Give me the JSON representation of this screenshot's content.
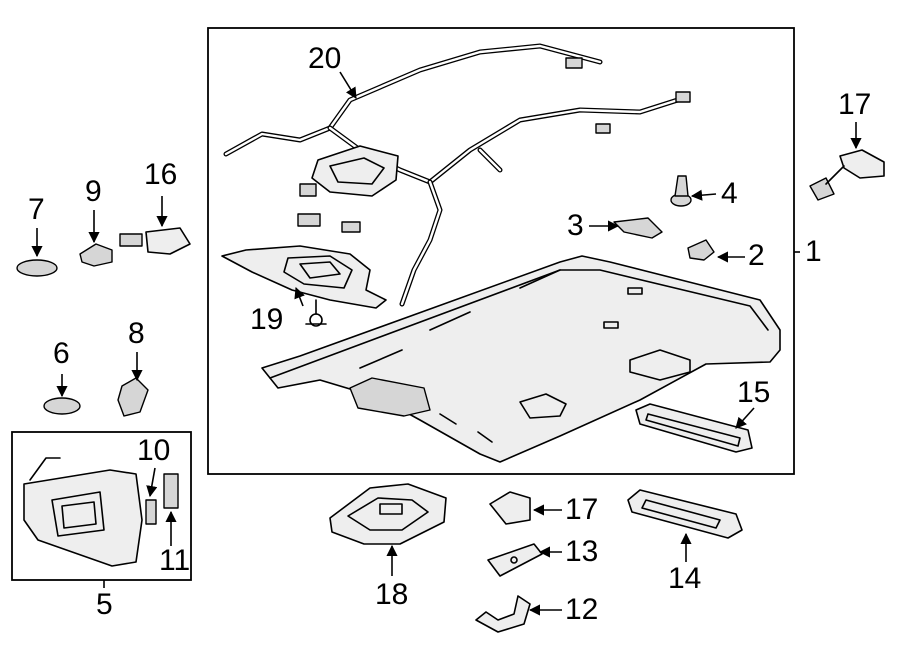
{
  "callouts": {
    "c1": "1",
    "c2": "2",
    "c3": "3",
    "c4": "4",
    "c5": "5",
    "c6": "6",
    "c7": "7",
    "c8": "8",
    "c9": "9",
    "c10": "10",
    "c11": "11",
    "c12": "12",
    "c13": "13",
    "c14": "14",
    "c15": "15",
    "c16": "16",
    "c17a": "17",
    "c17b": "17",
    "c18": "18",
    "c19": "19",
    "c20": "20"
  }
}
